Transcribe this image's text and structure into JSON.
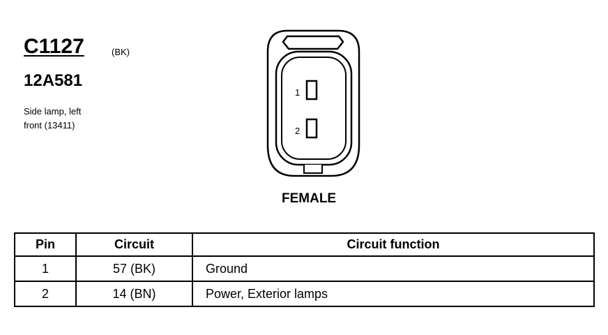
{
  "connector": {
    "id": "C1127",
    "color": "(BK)",
    "part_number": "12A581",
    "description_lines": [
      "Side lamp, left",
      "front (13411)"
    ]
  },
  "diagram": {
    "gender": "FEMALE",
    "pin_labels": [
      "1",
      "2"
    ]
  },
  "table": {
    "headers": {
      "pin": "Pin",
      "circuit": "Circuit",
      "function": "Circuit function"
    },
    "rows": [
      {
        "pin": "1",
        "circuit": "57 (BK)",
        "function": "Ground"
      },
      {
        "pin": "2",
        "circuit": "14 (BN)",
        "function": "Power, Exterior lamps"
      }
    ]
  }
}
